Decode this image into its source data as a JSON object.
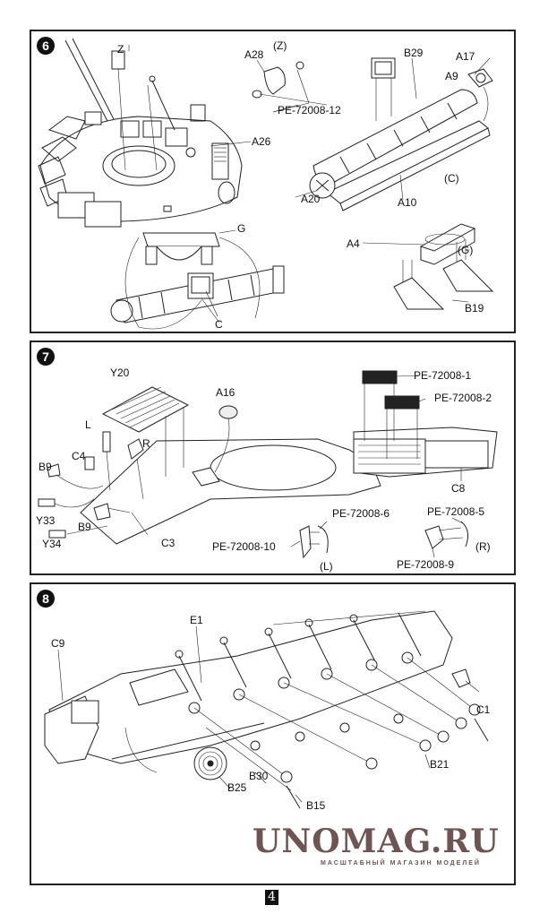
{
  "document": {
    "type": "model kit assembly instructions",
    "page_number": "4"
  },
  "steps": [
    {
      "number": "6",
      "labels": {
        "z": "Z",
        "a28": "A28",
        "z_sub": "(Z)",
        "pe12": "PE-72008-12",
        "b29": "B29",
        "a17": "A17",
        "a9": "A9",
        "a26": "A26",
        "a20": "A20",
        "a10": "A10",
        "c_sub": "(C)",
        "g": "G",
        "c": "C",
        "a4": "A4",
        "g_sub": "(G)",
        "b19": "B19"
      }
    },
    {
      "number": "7",
      "labels": {
        "y20": "Y20",
        "a16": "A16",
        "pe1": "PE-72008-1",
        "pe2": "PE-72008-2",
        "l": "L",
        "r": "R",
        "c4": "C4",
        "b9a": "B9",
        "b9b": "B9",
        "y33": "Y33",
        "y34": "Y34",
        "c3": "C3",
        "c8": "C8",
        "pe6": "PE-72008-6",
        "pe10": "PE-72008-10",
        "l_sub": "(L)",
        "pe5": "PE-72008-5",
        "r_sub": "(R)",
        "pe9": "PE-72008-9"
      }
    },
    {
      "number": "8",
      "labels": {
        "e1": "E1",
        "c9": "C9",
        "c1": "C1",
        "b25": "B25",
        "b30": "B30",
        "b15": "B15",
        "b21": "B21"
      }
    }
  ],
  "watermark": {
    "title": "UNOMAG.RU",
    "subtitle": "МАСШТАБНЫЙ МАГАЗИН МОДЕЛЕЙ",
    "color": "#6e5553"
  }
}
